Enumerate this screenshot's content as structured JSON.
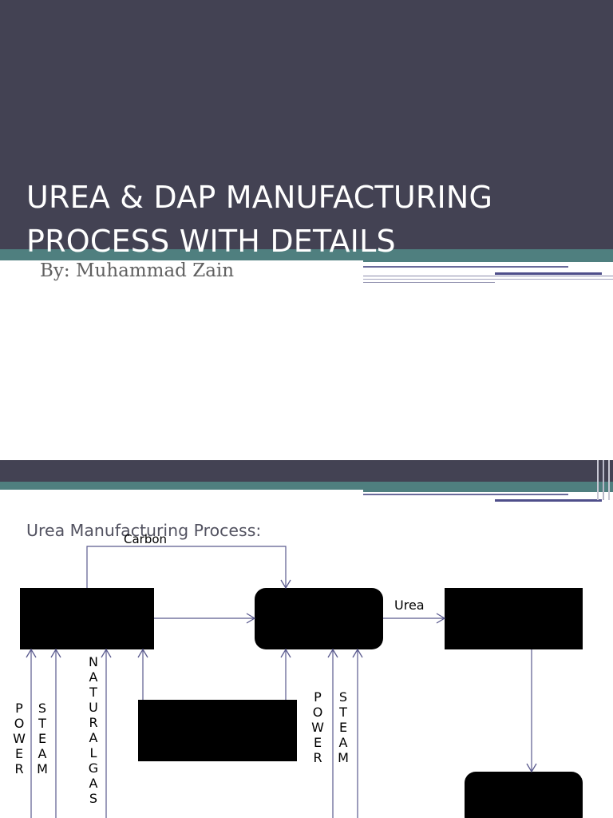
{
  "slide1": {
    "title_line1": "UREA & DAP MANUFACTURING",
    "title_line2": "PROCESS WITH DETAILS",
    "byline": "By: Muhammad Zain"
  },
  "slide2": {
    "title": "Urea Manufacturing Process:",
    "diagram": {
      "labels": {
        "carbon": "Carbon",
        "urea": "Urea"
      },
      "vertical_labels": {
        "power_left": [
          "P",
          "O",
          "W",
          "E",
          "R"
        ],
        "steam_left": [
          "S",
          "T",
          "E",
          "A",
          "M"
        ],
        "natural_gas": [
          "N",
          "A",
          "T",
          "U",
          "R",
          "A",
          "L",
          "G",
          "A",
          "S"
        ],
        "power_right": [
          "P",
          "O",
          "W",
          "E",
          "R"
        ],
        "steam_right": [
          "S",
          "T",
          "E",
          "A",
          "M"
        ]
      }
    }
  },
  "theme": {
    "dark": "#434253",
    "teal": "#4f7f7f",
    "line_blue": "#4e4e8a",
    "arrow": "#5a5a8e",
    "text_white": "#ffffff"
  }
}
